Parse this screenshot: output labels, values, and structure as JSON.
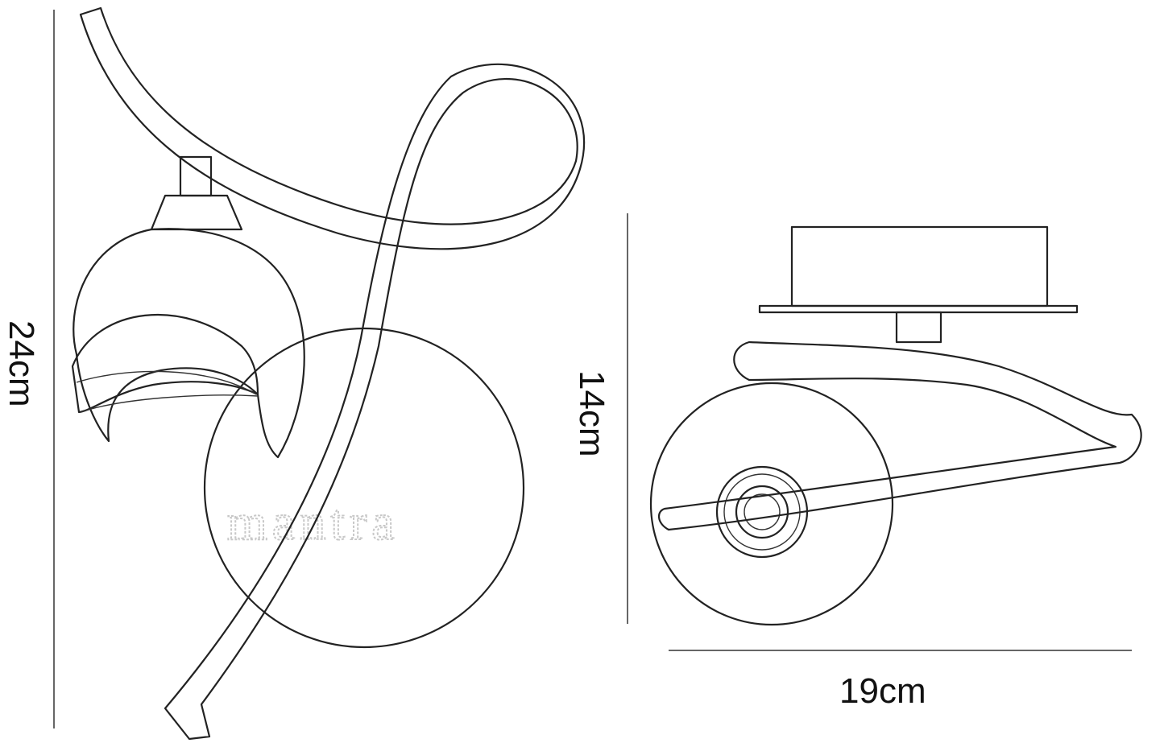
{
  "dimensions": {
    "height_left": "24cm",
    "height_right": "14cm",
    "width_right": "19cm"
  },
  "watermark": "mantra"
}
